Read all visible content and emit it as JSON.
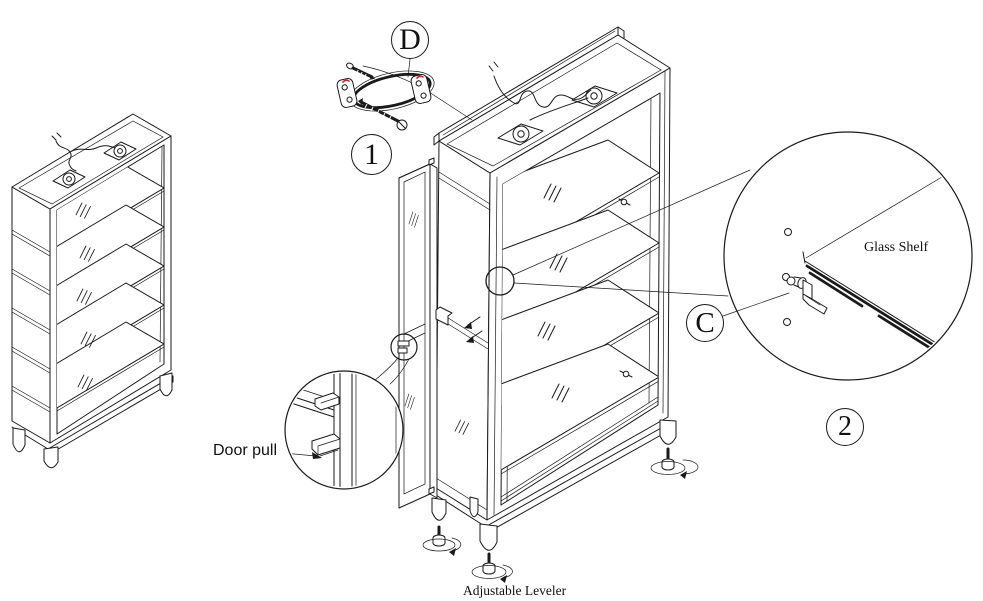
{
  "diagram": {
    "background": "#ffffff",
    "ink_color": "#1a1a1a",
    "accent_color": "#cc2222",
    "callouts": {
      "d": "D",
      "step1": "1",
      "c": "C",
      "step2": "2"
    },
    "labels": {
      "glass_shelf": "Glass Shelf",
      "door_pull": "Door pull",
      "adjustable_leveler": "Adjustable Leveler"
    },
    "parts": [
      {
        "icon": "cabinet-assembled-icon",
        "name": "assembled display cabinet"
      },
      {
        "icon": "cabinet-exploded-icon",
        "name": "cabinet with detached glass door"
      },
      {
        "icon": "mounting-ring-icon",
        "name": "mounting ring with screws"
      },
      {
        "icon": "shelf-pin-icon",
        "name": "glass shelf support pin"
      },
      {
        "icon": "door-pull-icon",
        "name": "door pull"
      },
      {
        "icon": "leveler-icon",
        "name": "adjustable leveler"
      },
      {
        "icon": "puck-light-icon",
        "name": "puck light with power cord"
      }
    ]
  }
}
